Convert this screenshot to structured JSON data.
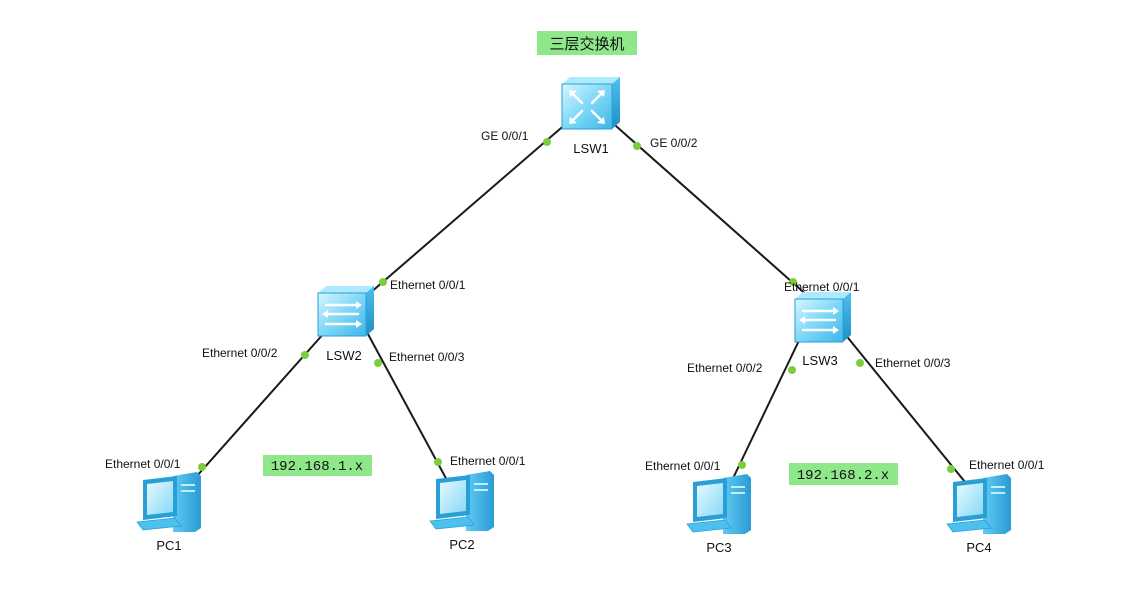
{
  "title_note": "三层交换机",
  "colors": {
    "note_bg": "#8ee88a",
    "link": "#1a1a1a",
    "port_dot": "#7ccd3c",
    "device_light": "#bfeeff",
    "device_mid": "#63cdf5",
    "device_dark": "#2a9fd6"
  },
  "devices": [
    {
      "id": "LSW1",
      "label": "LSW1",
      "kind": "core-switch"
    },
    {
      "id": "LSW2",
      "label": "LSW2",
      "kind": "access-switch"
    },
    {
      "id": "LSW3",
      "label": "LSW3",
      "kind": "access-switch"
    },
    {
      "id": "PC1",
      "label": "PC1",
      "kind": "pc"
    },
    {
      "id": "PC2",
      "label": "PC2",
      "kind": "pc"
    },
    {
      "id": "PC3",
      "label": "PC3",
      "kind": "pc"
    },
    {
      "id": "PC4",
      "label": "PC4",
      "kind": "pc"
    }
  ],
  "links": [
    {
      "from": "LSW1",
      "to": "LSW2",
      "from_port": "GE 0/0/1",
      "to_port": "Ethernet 0/0/1"
    },
    {
      "from": "LSW1",
      "to": "LSW3",
      "from_port": "GE 0/0/2",
      "to_port": "Ethernet 0/0/1"
    },
    {
      "from": "LSW2",
      "to": "PC1",
      "from_port": "Ethernet 0/0/2",
      "to_port": "Ethernet 0/0/1"
    },
    {
      "from": "LSW2",
      "to": "PC2",
      "from_port": "Ethernet 0/0/3",
      "to_port": "Ethernet 0/0/1"
    },
    {
      "from": "LSW3",
      "to": "PC3",
      "from_port": "Ethernet 0/0/2",
      "to_port": "Ethernet 0/0/1"
    },
    {
      "from": "LSW3",
      "to": "PC4",
      "from_port": "Ethernet 0/0/3",
      "to_port": "Ethernet 0/0/1"
    }
  ],
  "network_notes": [
    "192.168.1.x",
    "192.168.2.x"
  ]
}
